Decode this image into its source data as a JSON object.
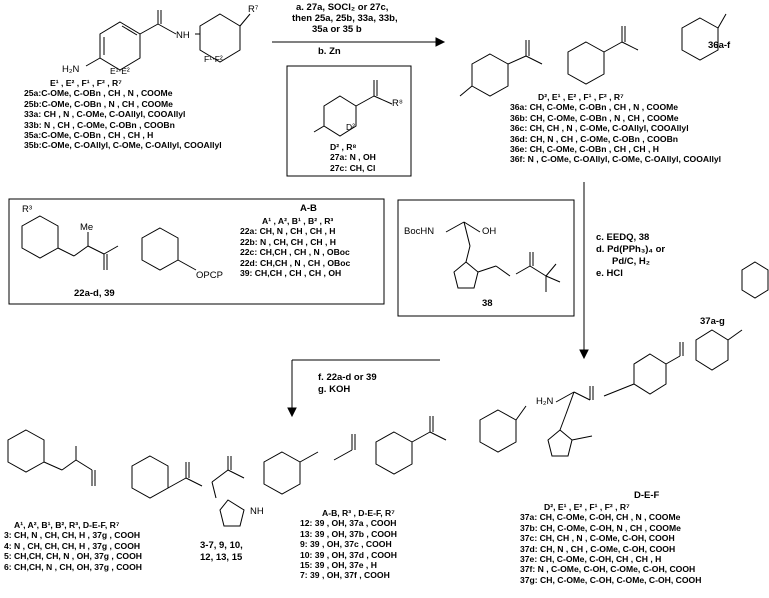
{
  "top_arrow": {
    "a": "a. 27a, SOCl₂ or 27c,",
    "then": "then 25a, 25b, 33a, 33b,",
    "then2": "35a or 35 b",
    "b": "b. Zn"
  },
  "reagent_box": {
    "r8": "R⁸",
    "d2": "D²",
    "header": "D² , R⁸",
    "rows": [
      "27a:  N  , OH",
      "27c: CH,  Cl"
    ]
  },
  "start_material": {
    "nh2": "H₂N",
    "nh": "NH",
    "e1e2": "E¹‧E²",
    "f1f2": "F¹‧F²",
    "r7": "R⁷",
    "header": "E¹  ,  E²  ,   F¹  ,  F²  ,  R⁷",
    "rows": [
      "25a:C-OMe, C-OBn ,  CH  ,   N  , COOMe",
      "25b:C-OMe, C-OBn ,   N  ,  CH , COOMe",
      "33a:  CH  ,  N   , C-OMe, C-OAllyl, COOAllyl",
      "33b:  N   ,  CH  , C-OMe, C-OBn , COOBn",
      "35a:C-OMe, C-OBn ,  CH  ,  CH  ,  H",
      "35b:C-OMe, C-OAllyl, C-OMe, C-OAllyl, COOAllyl"
    ]
  },
  "compound_36": {
    "label": "36a-f",
    "header": "D²,   E¹  ,   E²  ,   F¹  ,   F²  ,    R⁷",
    "rows": [
      "36a: CH, C-OMe, C-OBn ,   CH  ,    N  , COOMe",
      "36b: CH, C-OMe, C-OBn ,   N  ,   CH  , COOMe",
      "36c: CH,   CH  ,   N   , C-OMe, C-OAllyl, COOAllyl",
      "36d: CH,   N   ,   CH  , C-OMe, C-OBn , COOBn",
      "36e: CH, C-OMe, C-OBn ,   CH  ,   CH  ,   H",
      "36f:  N , C-OMe, C-OAllyl, C-OMe, C-OAllyl, COOAllyl"
    ]
  },
  "box22": {
    "label": "22a-d, 39",
    "me": "Me",
    "r3": "R³",
    "opcp": "OPCP",
    "ab": "A-B",
    "header": "A¹ ,  A², B¹ , B² , R³",
    "rows": [
      "22a: CH,  N  , CH , CH ,  H",
      "22b:  N  , CH, CH , CH ,  H",
      "22c: CH,CH , CH ,  N  , OBoc",
      "22d: CH,CH ,  N  , CH , OBoc",
      "39:  CH,CH , CH , CH , OH"
    ]
  },
  "box38": {
    "label": "38",
    "bochn": "BocHN",
    "oh": "OH"
  },
  "right_arrow": {
    "c": "c. EEDQ, 38",
    "d": "d. Pd(PPh₃)₄ or",
    "d2": "Pd/C, H₂",
    "e": "e. HCl"
  },
  "compound_37": {
    "label": "37a-g",
    "h2n": "H₂N",
    "header_def": "D-E-F",
    "header": "D²,    E¹  ,   E²  ,   F¹  ,  F²  ,   R⁷",
    "rows": [
      "37a: CH, C-OMe, C-OH,   CH  ,   N  , COOMe",
      "37b: CH, C-OMe, C-OH,   N  ,  CH , COOMe",
      "37c: CH,   CH  ,   N  , C-OMe, C-OH, COOH",
      "37d: CH,   N  ,   CH , C-OMe, C-OH, COOH",
      "37e: CH, C-OMe, C-OH,   CH  ,   CH ,   H",
      "37f:  N , C-OMe, C-OH, C-OMe, C-OH, COOH",
      "37g: CH, C-OMe, C-OH, C-OMe, C-OH, COOH"
    ]
  },
  "mid_arrow": {
    "f": "f. 22a-d or 39",
    "g": "g. KOH"
  },
  "final_left": {
    "header": "A¹,  A²,  B¹,  B²,  R³, D-E-F,     R⁷",
    "rows": [
      "3: CH,  N , CH, CH,  H ,  37g  , COOH",
      "4:  N , CH, CH, CH,  H ,  37g  , COOH",
      "5: CH,CH, CH,  N , OH,  37g  , COOH",
      "6: CH,CH,  N , CH, OH,  37g  , COOH"
    ]
  },
  "final_mid": {
    "label": "3-7, 9, 10,",
    "label2": "12, 13, 15",
    "nh": "NH"
  },
  "final_right": {
    "header": "A-B, R³ , D-E-F,     R⁷",
    "rows": [
      "12:   39 , OH,   37a , COOH",
      "13:   39 , OH,   37b , COOH",
      "9:     39 , OH,   37c , COOH",
      "10:   39 , OH,   37d , COOH",
      "15:   39 , OH,   37e ,    H",
      "7:     39 , OH,   37f  , COOH"
    ]
  }
}
